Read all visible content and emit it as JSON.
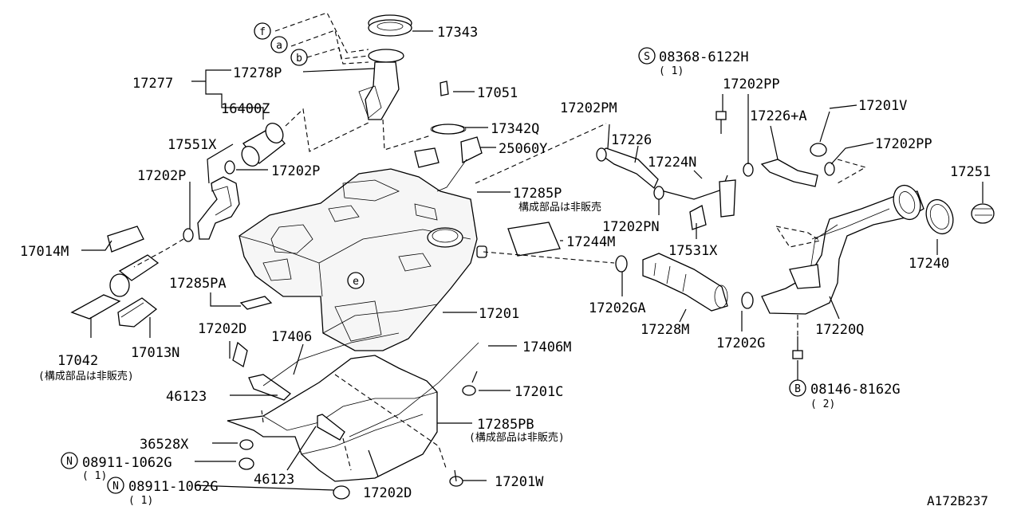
{
  "diagram": {
    "part_labels": [
      {
        "id": "p17343",
        "text": "17343"
      },
      {
        "id": "p17278P",
        "text": "17278P"
      },
      {
        "id": "p17277",
        "text": "17277"
      },
      {
        "id": "p16400Z",
        "text": "16400Z"
      },
      {
        "id": "p17051",
        "text": "17051"
      },
      {
        "id": "p17342Q",
        "text": "17342Q"
      },
      {
        "id": "p25060Y",
        "text": "25060Y"
      },
      {
        "id": "p17551X",
        "text": "17551X"
      },
      {
        "id": "p17202P_a",
        "text": "17202P"
      },
      {
        "id": "p17202P_b",
        "text": "17202P"
      },
      {
        "id": "p17014M",
        "text": "17014M"
      },
      {
        "id": "p17285P",
        "text": "17285P"
      },
      {
        "id": "p17244M",
        "text": "17244M"
      },
      {
        "id": "p17285PA",
        "text": "17285PA"
      },
      {
        "id": "p17201",
        "text": "17201"
      },
      {
        "id": "p17042",
        "text": "17042"
      },
      {
        "id": "p17013N",
        "text": "17013N"
      },
      {
        "id": "p17202D_a",
        "text": "17202D"
      },
      {
        "id": "p17406",
        "text": "17406"
      },
      {
        "id": "p17406M",
        "text": "17406M"
      },
      {
        "id": "p46123_a",
        "text": "46123"
      },
      {
        "id": "p17201C",
        "text": "17201C"
      },
      {
        "id": "p17285PB",
        "text": "17285PB"
      },
      {
        "id": "p36528X",
        "text": "36528X"
      },
      {
        "id": "p08911_a",
        "text": "08911-1062G"
      },
      {
        "id": "p08911_b",
        "text": "08911-1062G"
      },
      {
        "id": "p46123_b",
        "text": "46123"
      },
      {
        "id": "p17202D_b",
        "text": "17202D"
      },
      {
        "id": "p17201W",
        "text": "17201W"
      },
      {
        "id": "p08368",
        "text": "08368-6122H"
      },
      {
        "id": "p17202PP_a",
        "text": "17202PP"
      },
      {
        "id": "p17202PM",
        "text": "17202PM"
      },
      {
        "id": "p17226",
        "text": "17226"
      },
      {
        "id": "p17224N",
        "text": "17224N"
      },
      {
        "id": "p17226A",
        "text": "17226+A"
      },
      {
        "id": "p17201V",
        "text": "17201V"
      },
      {
        "id": "p17202PP_b",
        "text": "17202PP"
      },
      {
        "id": "p17251",
        "text": "17251"
      },
      {
        "id": "p17202PN",
        "text": "17202PN"
      },
      {
        "id": "p17531X",
        "text": "17531X"
      },
      {
        "id": "p17240",
        "text": "17240"
      },
      {
        "id": "p17202GA",
        "text": "17202GA"
      },
      {
        "id": "p17228M",
        "text": "17228M"
      },
      {
        "id": "p17202G",
        "text": "17202G"
      },
      {
        "id": "p17220Q",
        "text": "17220Q"
      },
      {
        "id": "p08146",
        "text": "08146-8162G"
      }
    ],
    "quantity_labels": [
      {
        "id": "q08368",
        "text": "( 1)"
      },
      {
        "id": "q08146",
        "text": "( 2)"
      },
      {
        "id": "q08911_a",
        "text": "( 1)"
      },
      {
        "id": "q08911_b",
        "text": "( 1)"
      }
    ],
    "notes": [
      {
        "id": "n17285P",
        "text": "構成部品は非販売"
      },
      {
        "id": "n17042",
        "text": "(構成部品は非販売)"
      },
      {
        "id": "n17285PB",
        "text": "(構成部品は非販売)"
      }
    ],
    "callout_letters": [
      "f",
      "a",
      "b",
      "e"
    ],
    "symbol_letters": {
      "s": "S",
      "b": "B",
      "n_a": "N",
      "n_b": "N"
    },
    "diagram_code": "A172B237"
  }
}
